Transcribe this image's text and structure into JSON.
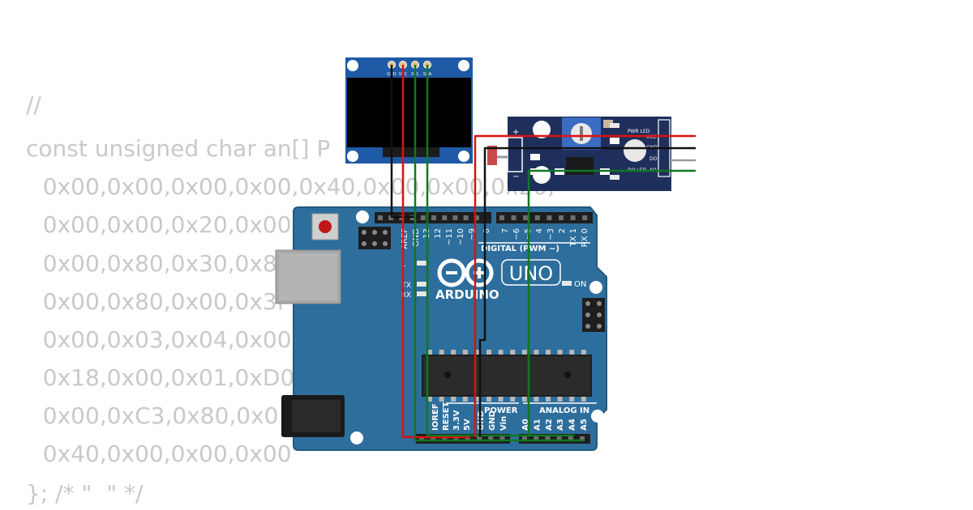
{
  "code_lines": [
    "//",
    "const unsigned char an[] P",
    "  0x00,0x00,0x00,0x00,0x40,0x00,0x00,0x20,",
    "  0x00,0x00,0x20,0x00",
    "  0x00,0x80,0x30,0x8",
    "  0x00,0x80,0x00,0x3F",
    "  0x00,0x03,0x04,0x00",
    "  0x18,0x00,0x01,0xD0",
    "  0x00,0xC3,0x80,0x0",
    "  0x40,0x00,0x00,0x00",
    "}; /* \"  \" */"
  ],
  "oled": {
    "pins": [
      "GND",
      "VCC",
      "SCL",
      "SDA"
    ]
  },
  "sensor": {
    "pwr_led": "PWR\nLED",
    "do_led": "DO\nLED",
    "pins": [
      "VCC",
      "GND",
      "DO",
      "AO"
    ],
    "plus": "+",
    "minus": "−"
  },
  "arduino": {
    "brand": "ARDUINO",
    "model": "UNO",
    "digital_label": "DIGITAL (PWM ~)",
    "power_label": "POWER",
    "analog_label": "ANALOG IN",
    "on_label": "ON",
    "l_label": "L",
    "tx_label": "TX",
    "rx_label": "RX",
    "digital_pins": [
      "AREF",
      "GND",
      "13",
      "12",
      "~11",
      "~10",
      "~9",
      "8",
      "7",
      "~6",
      "~5",
      "4",
      "~3",
      "2",
      "TX 1",
      "RX 0"
    ],
    "power_pins": [
      "IOREF",
      "RESET",
      "3.3V",
      "5V",
      "GND",
      "GND",
      "Vin"
    ],
    "analog_pins": [
      "A0",
      "A1",
      "A2",
      "A3",
      "A4",
      "A5"
    ]
  },
  "colors": {
    "board": "#2d6e9d",
    "board_edge": "#24597f",
    "sensor_board": "#1f2f5c",
    "oled_board": "#1f5aa6",
    "wire_red": "#dd1111",
    "wire_black": "#111111",
    "wire_green": "#117722",
    "wire_gray": "#9a9a9a",
    "code_text": "#c9c9c9"
  }
}
